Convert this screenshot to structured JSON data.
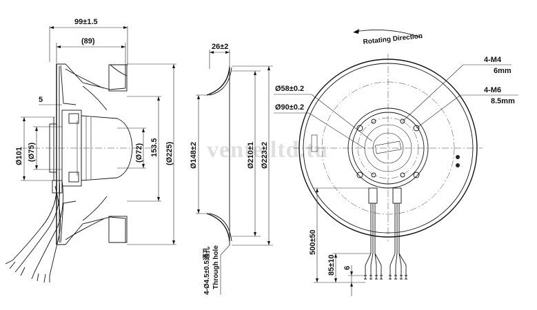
{
  "side_view": {
    "width_overall": "99±1.5",
    "width_inner": "(89)",
    "offset": "5",
    "dia_101": "Ø101",
    "dia_75": "(Ø75)",
    "dia_72": "(Ø72)",
    "dim_153": "153.5",
    "dia_225": "(Ø225)"
  },
  "section_view": {
    "depth": "26±2",
    "dia_148": "Ø148±2",
    "dia_210": "Ø210±1",
    "dia_223": "Ø223±2",
    "hole_spec": "4-Ø4.5±0.5通孔",
    "hole_label": "Through hole"
  },
  "front_view": {
    "rotating_direction": "Rotating Direction",
    "dia_58": "Ø58±0.2",
    "dia_90": "Ø90±0.2",
    "thread_m4": "4-M4",
    "depth_m4": "6mm",
    "thread_m6": "4-M6",
    "depth_m6": "8.5mm",
    "cable_length": "500±50",
    "strip_length": "85±10",
    "strip_end": "6"
  },
  "watermark": "vente.ltd.tu"
}
